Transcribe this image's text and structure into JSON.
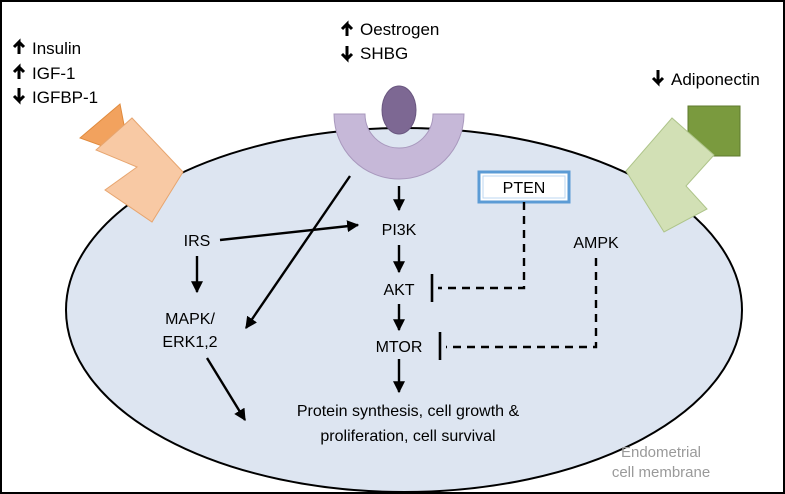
{
  "regulators_left": [
    {
      "label": "Insulin",
      "direction": "up"
    },
    {
      "label": "IGF-1",
      "direction": "up"
    },
    {
      "label": "IGFBP-1",
      "direction": "down"
    }
  ],
  "regulators_top": [
    {
      "label": "Oestrogen",
      "direction": "up"
    },
    {
      "label": "SHBG",
      "direction": "down"
    }
  ],
  "regulator_right": {
    "label": "Adiponectin",
    "direction": "down"
  },
  "nodes": {
    "irs": "IRS",
    "pi3k": "PI3K",
    "akt": "AKT",
    "mtor": "MTOR",
    "pten": "PTEN",
    "ampk": "AMPK",
    "mapk_line1": "MAPK/",
    "mapk_line2": "ERK1,2",
    "outcome_line1": "Protein synthesis, cell growth &",
    "outcome_line2": "proliferation, cell survival"
  },
  "membrane_label": {
    "line1": "Endometrial",
    "line2": "cell membrane"
  },
  "colors": {
    "cell": "#dde5f1",
    "cell_border": "#000000",
    "insulin_ligand": "#f2a25e",
    "insulin_receptor": "#f8c9a4",
    "oestrogen_ligand": "#7d6893",
    "oestrogen_receptor": "#c6b8d8",
    "adiponectin_ligand": "#7a9a3e",
    "adiponectin_receptor": "#d2e0b5",
    "pten_border": "#5b9bd5"
  },
  "icons": {
    "up": "arrow-up-icon",
    "down": "arrow-down-icon"
  }
}
